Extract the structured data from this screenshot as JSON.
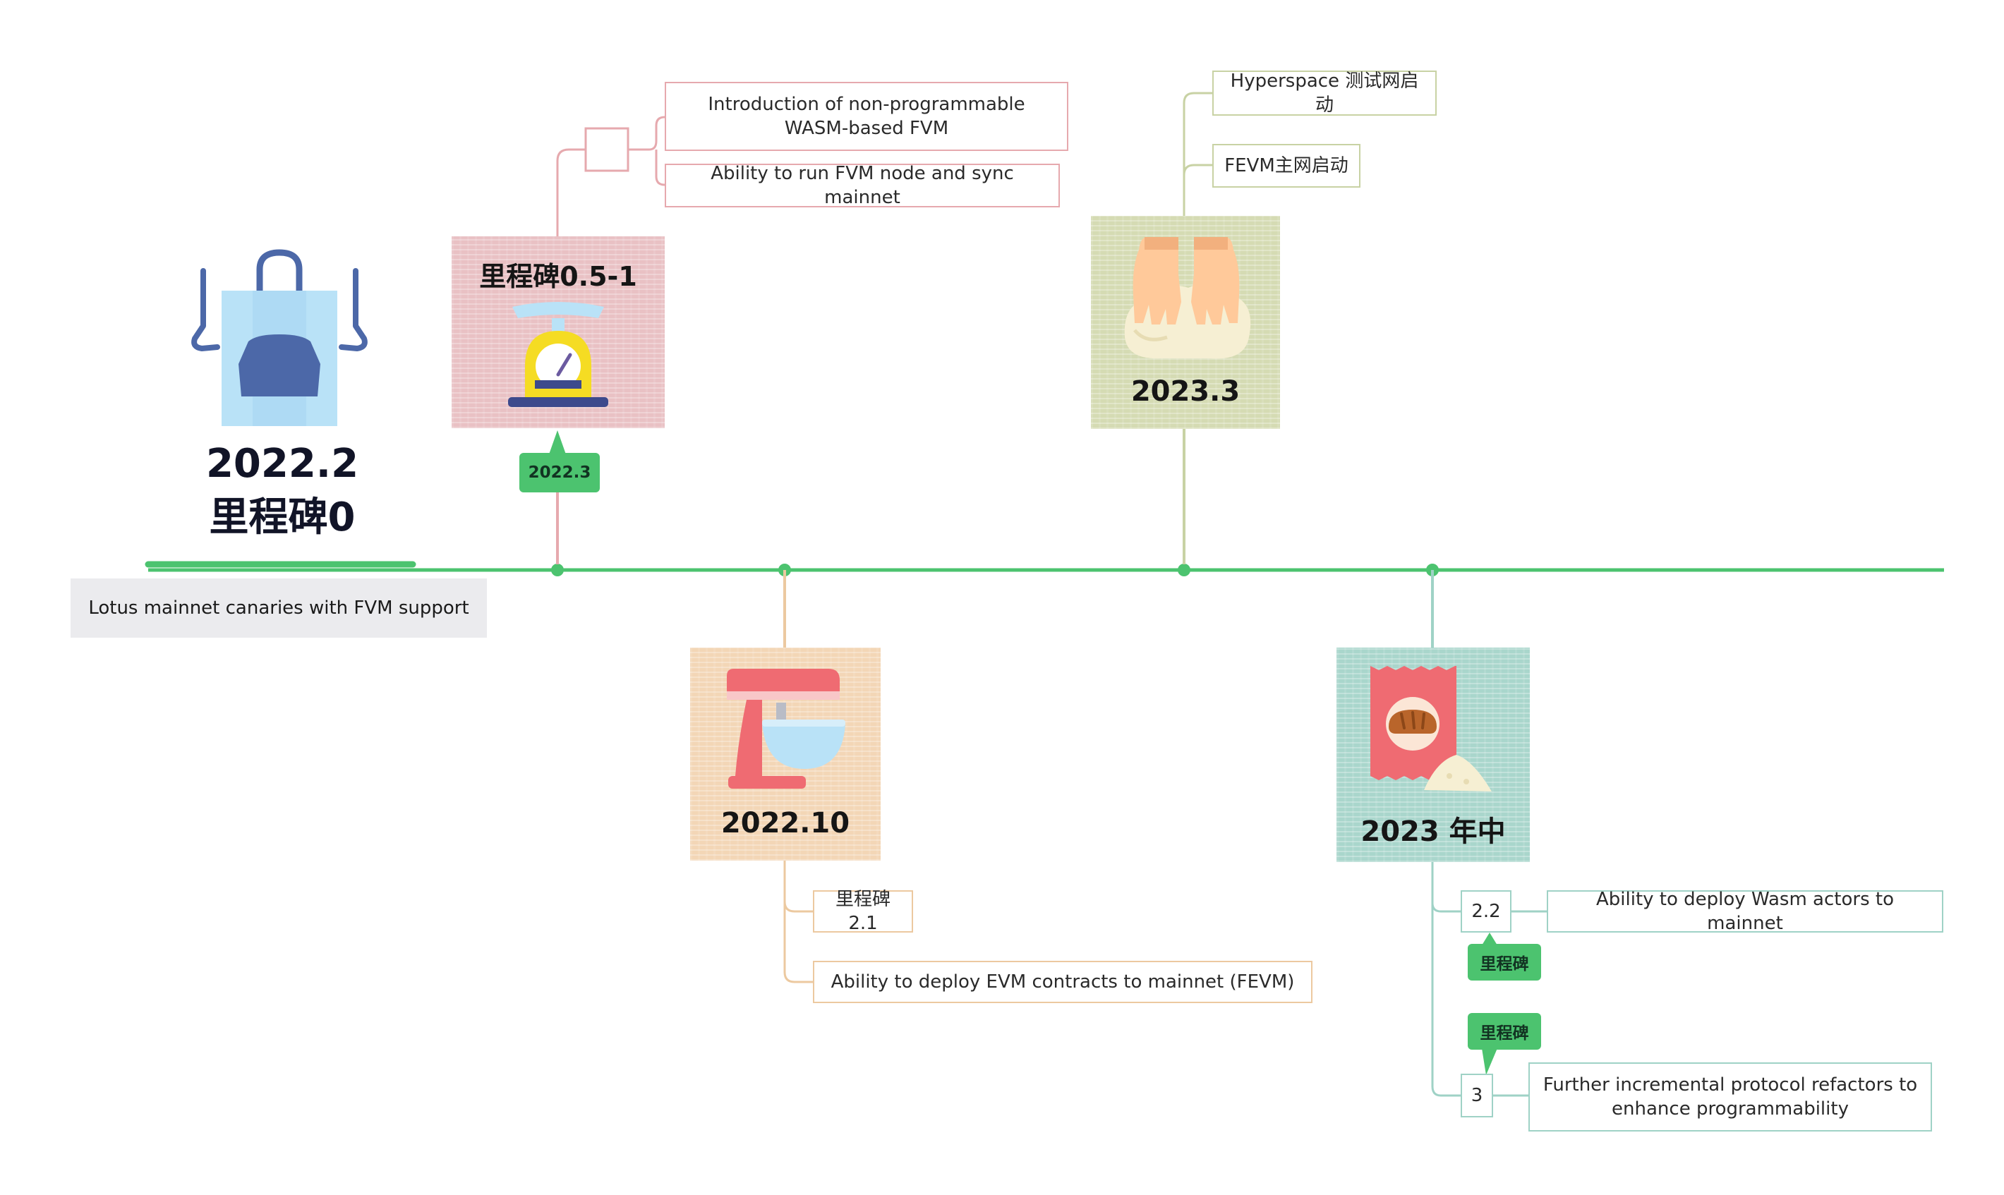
{
  "root": {
    "date": "2022.2",
    "title": "里程碑0",
    "subtitle": "Lotus mainnet canaries with FVM support"
  },
  "nodes": [
    {
      "title": "里程碑0.5-1",
      "tag": "2022.3",
      "icon": "kitchen-scale-icon",
      "color": "#e9c1c4",
      "children": [
        "Introduction of non-programmable WASM-based FVM",
        "Ability to run FVM node and sync mainnet"
      ]
    },
    {
      "title": "2022.10",
      "icon": "stand-mixer-icon",
      "color": "#f3d6b6",
      "children": [
        "里程碑2.1",
        "Ability to deploy EVM contracts to mainnet (FEVM)"
      ]
    },
    {
      "title": "2023.3",
      "icon": "kneading-dough-icon",
      "color": "#d5dbb3",
      "children": [
        "Hyperspace 测试网启动",
        "FEVM主网启动"
      ]
    },
    {
      "title": "2023 年中",
      "icon": "flour-bag-icon",
      "color": "#a9d6cc",
      "children": [
        {
          "label": "2.2",
          "tag": "里程碑",
          "detail": "Ability to deploy Wasm actors to mainnet"
        },
        {
          "label": "3",
          "tag": "里程碑",
          "detail": "Further incremental protocol refactors to enhance programmability"
        }
      ]
    }
  ],
  "colors": {
    "timeline": "#4cc36f",
    "tag": "#4cc36f"
  }
}
